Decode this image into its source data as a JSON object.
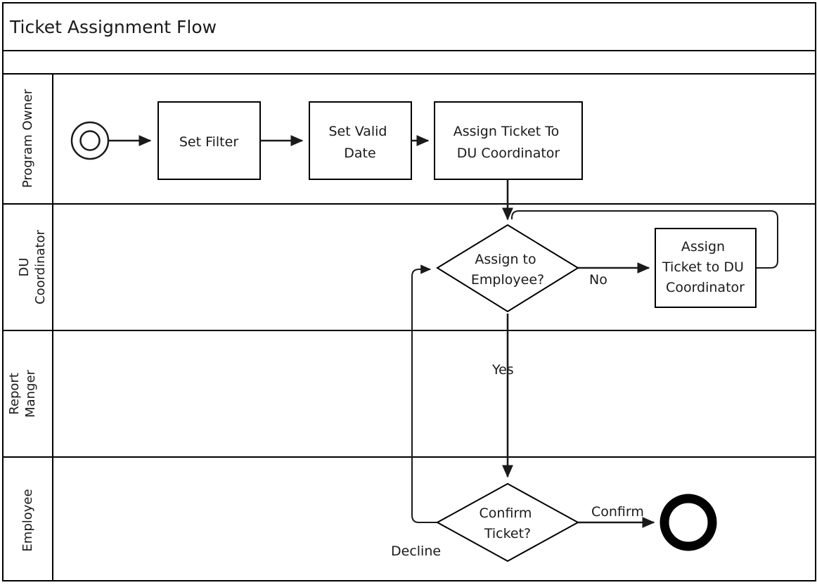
{
  "diagram": {
    "title": "Ticket Assignment Flow",
    "type": "bpmn-swimlane-flowchart",
    "colors": {
      "stroke": "#1a1a1a",
      "frame": "#000000",
      "background": "#ffffff",
      "text": "#1a1a1a"
    },
    "lanes": [
      {
        "id": "lane-program-owner",
        "label_lines": [
          "Program Owner"
        ]
      },
      {
        "id": "lane-du-coordinator",
        "label_lines": [
          "DU",
          "Coordinator"
        ]
      },
      {
        "id": "lane-report-manger",
        "label_lines": [
          "Report",
          "Manger"
        ]
      },
      {
        "id": "lane-employee",
        "label_lines": [
          "Employee"
        ]
      }
    ],
    "nodes": [
      {
        "id": "start-event",
        "kind": "start-event",
        "lane": "lane-program-owner",
        "label": ""
      },
      {
        "id": "task-set-filter",
        "kind": "task",
        "lane": "lane-program-owner",
        "label_lines": [
          "Set Filter"
        ]
      },
      {
        "id": "task-set-valid-date",
        "kind": "task",
        "lane": "lane-program-owner",
        "label_lines": [
          "Set Valid",
          "Date"
        ]
      },
      {
        "id": "task-assign-ticket-to-du-coordinator",
        "kind": "task",
        "lane": "lane-program-owner",
        "label_lines": [
          "Assign Ticket To",
          "DU Coordinator"
        ]
      },
      {
        "id": "gateway-assign-to-employee",
        "kind": "gateway",
        "lane": "lane-du-coordinator",
        "label_lines": [
          "Assign to",
          "Employee?"
        ]
      },
      {
        "id": "task-assign-ticket-to-du",
        "kind": "task",
        "lane": "lane-du-coordinator",
        "label_lines": [
          "Assign",
          "Ticket to DU",
          "Coordinator"
        ]
      },
      {
        "id": "gateway-confirm-ticket",
        "kind": "gateway",
        "lane": "lane-employee",
        "label_lines": [
          "Confirm",
          "Ticket?"
        ]
      },
      {
        "id": "end-event",
        "kind": "end-event",
        "lane": "lane-employee",
        "label": ""
      }
    ],
    "flow_labels": {
      "no": "No",
      "yes": "Yes",
      "confirm": "Confirm",
      "decline": "Decline"
    },
    "flows": [
      {
        "from": "start-event",
        "to": "task-set-filter",
        "label": ""
      },
      {
        "from": "task-set-filter",
        "to": "task-set-valid-date",
        "label": ""
      },
      {
        "from": "task-set-valid-date",
        "to": "task-assign-ticket-to-du-coordinator",
        "label": ""
      },
      {
        "from": "task-assign-ticket-to-du-coordinator",
        "to": "gateway-assign-to-employee",
        "label": ""
      },
      {
        "from": "gateway-assign-to-employee",
        "to": "task-assign-ticket-to-du",
        "label": "No"
      },
      {
        "from": "task-assign-ticket-to-du",
        "to": "gateway-assign-to-employee",
        "label": ""
      },
      {
        "from": "gateway-assign-to-employee",
        "to": "gateway-confirm-ticket",
        "label": "Yes"
      },
      {
        "from": "gateway-confirm-ticket",
        "to": "end-event",
        "label": "Confirm"
      },
      {
        "from": "gateway-confirm-ticket",
        "to": "gateway-assign-to-employee",
        "label": "Decline"
      }
    ]
  }
}
